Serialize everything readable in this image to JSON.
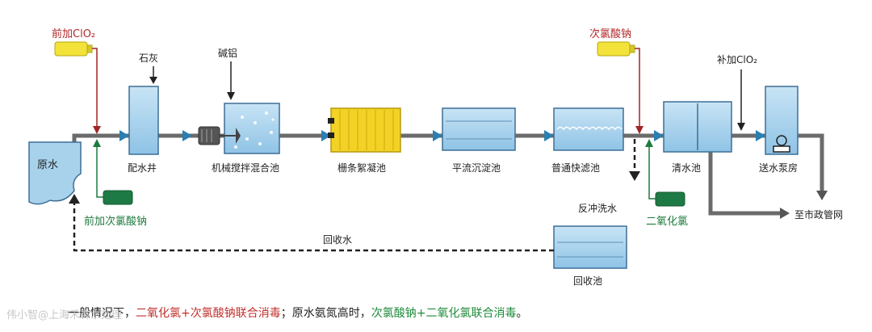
{
  "labels": {
    "pre_clo2": "前加ClO₂",
    "lime": "石灰",
    "alum": "碱铝",
    "hypo_top": "次氯酸钠",
    "post_clo2": "补加ClO₂",
    "raw_water": "原水",
    "distribution_well": "配水井",
    "mixing_tank": "机械搅拌混合池",
    "flocculation_tank": "栅条絮凝池",
    "sedimentation_tank": "平流沉淀池",
    "fast_filter": "普通快滤池",
    "clear_water_tank": "清水池",
    "pump_house": "送水泵房",
    "pre_hypo": "前加次氯酸钠",
    "backwash": "反冲洗水",
    "chlorine_dioxide": "二氧化氯",
    "municipal_network": "至市政管网",
    "recycle_water": "回收水",
    "recycle_tank": "回收池"
  },
  "footer": {
    "part1": "一般情况下，",
    "part2": "二氧化氯+次氯酸钠联合消毒",
    "part3": "；原水氨氮高时，",
    "part4": "次氯酸钠+二氧化氯联合消毒",
    "part5": "。"
  },
  "watermark": "伟小智@上海禾森水处理",
  "colors": {
    "tank_fill": "#a8d2ec",
    "tank_stroke": "#3d6f96",
    "pipe": "#666666",
    "arrow": "#2a7fb0",
    "floc_yellow": "#f3d225",
    "red_text": "#b02828",
    "green_text": "#1f7a3e",
    "green_dose": "#1e7a44",
    "yellow_dose": "#f2e23a"
  }
}
